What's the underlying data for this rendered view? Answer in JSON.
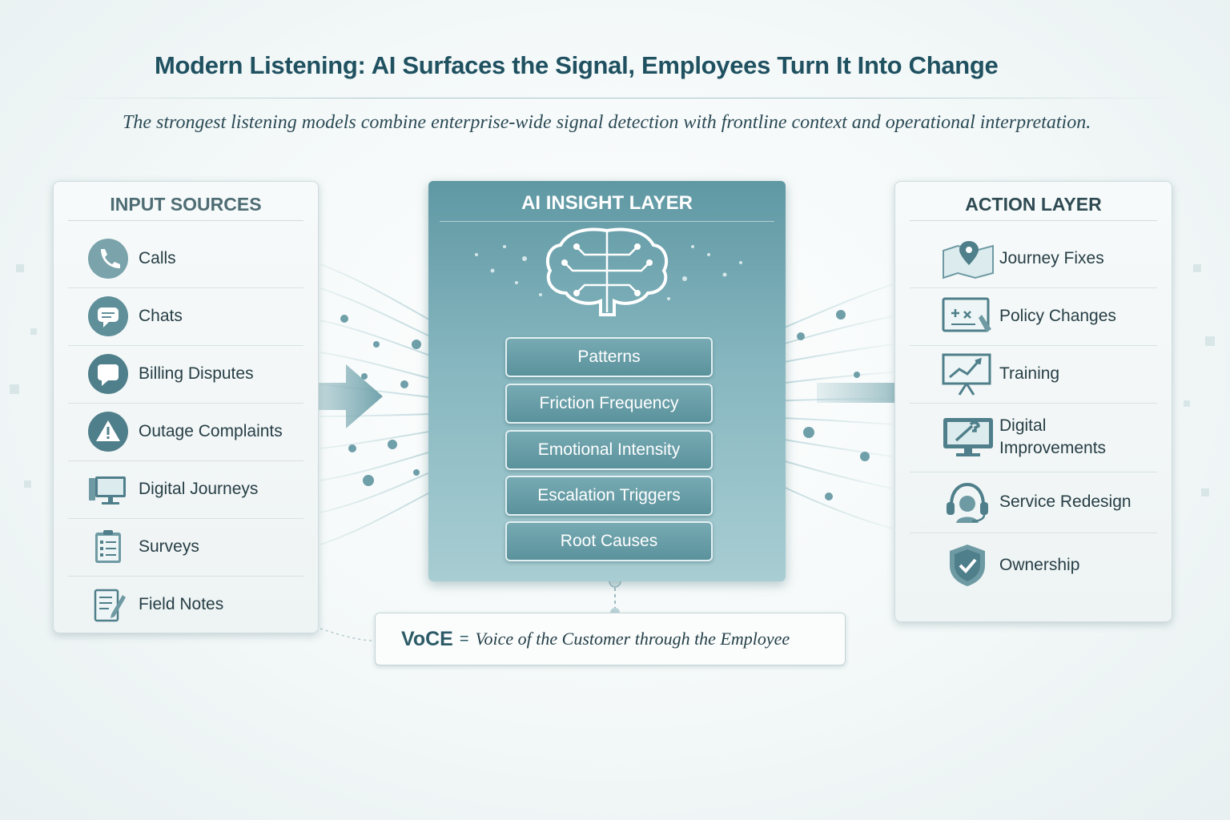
{
  "header": {
    "title": "Modern Listening: AI Surfaces the Signal, Employees Turn It Into Change",
    "subtitle": "The strongest listening models combine enterprise-wide signal detection with frontline context and operational interpretation."
  },
  "input_panel": {
    "heading": "INPUT SOURCES",
    "items": [
      {
        "label": "Calls",
        "icon": "phone-icon"
      },
      {
        "label": "Chats",
        "icon": "chat-bubble-icon"
      },
      {
        "label": "Billing Disputes",
        "icon": "speech-bubble-icon"
      },
      {
        "label": "Outage Complaints",
        "icon": "warning-icon"
      },
      {
        "label": "Digital Journeys",
        "icon": "computer-icon"
      },
      {
        "label": "Surveys",
        "icon": "clipboard-icon"
      },
      {
        "label": "Field Notes",
        "icon": "notepad-pencil-icon"
      }
    ]
  },
  "insight_panel": {
    "heading": "AI INSIGHT LAYER",
    "icon": "brain-circuit-icon",
    "items": [
      "Patterns",
      "Friction Frequency",
      "Emotional Intensity",
      "Escalation Triggers",
      "Root Causes"
    ]
  },
  "action_panel": {
    "heading": "ACTION LAYER",
    "items": [
      {
        "label": "Journey Fixes",
        "icon": "map-pin-icon"
      },
      {
        "label": "Policy Changes",
        "icon": "policy-board-icon"
      },
      {
        "label": "Training",
        "icon": "presentation-chart-icon"
      },
      {
        "label": "Digital Improvements",
        "icon": "monitor-wrench-icon"
      },
      {
        "label": "Service Redesign",
        "icon": "headset-icon"
      },
      {
        "label": "Ownership",
        "icon": "shield-check-icon"
      }
    ]
  },
  "footer": {
    "abbr": "VoCE",
    "equals": "=",
    "definition": "Voice of the Customer through the Employee"
  },
  "colors": {
    "teal_dark": "#1f5161",
    "teal_mid": "#5a929c",
    "teal_light": "#a8cdd3",
    "icon_fill": "#6e9aa3"
  }
}
